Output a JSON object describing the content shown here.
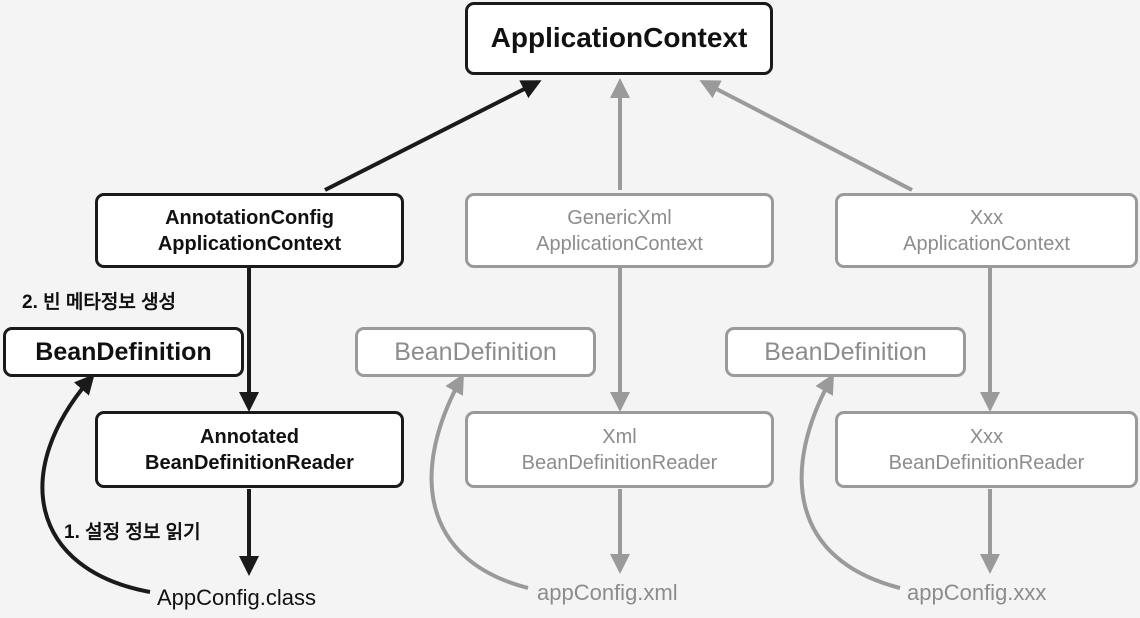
{
  "top": {
    "title": "ApplicationContext"
  },
  "columns": [
    {
      "context": [
        "AnnotationConfig",
        "ApplicationContext"
      ],
      "bean_definition": "BeanDefinition",
      "reader": [
        "Annotated",
        "BeanDefinitionReader"
      ],
      "source": "AppConfig.class",
      "step1": "1. 설정 정보 읽기",
      "step2": "2. 빈 메타정보 생성"
    },
    {
      "context": [
        "GenericXml",
        "ApplicationContext"
      ],
      "bean_definition": "BeanDefinition",
      "reader": [
        "Xml",
        "BeanDefinitionReader"
      ],
      "source": "appConfig.xml"
    },
    {
      "context": [
        "Xxx",
        "ApplicationContext"
      ],
      "bean_definition": "BeanDefinition",
      "reader": [
        "Xxx",
        "BeanDefinitionReader"
      ],
      "source": "appConfig.xxx"
    }
  ],
  "colors": {
    "active": "#1a1a1a",
    "inactive": "#9a9a9a",
    "background": "#f4f4f4"
  }
}
